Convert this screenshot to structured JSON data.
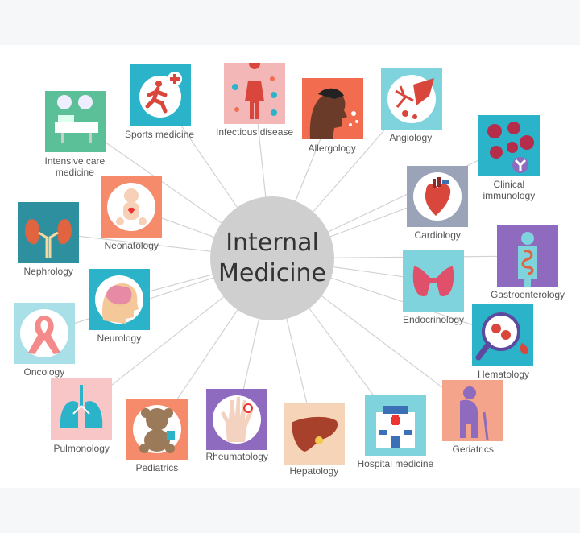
{
  "center": {
    "line1": "Internal",
    "line2": "Medicine"
  },
  "specialties": [
    {
      "id": "sports",
      "label": "Sports medicine",
      "icon": "runner-icon",
      "color": "#2ab3c9"
    },
    {
      "id": "infectious",
      "label": "Infectious disease",
      "icon": "virus-body-icon",
      "color": "#f4b7b8"
    },
    {
      "id": "allergology",
      "label": "Allergology",
      "icon": "sneezing-face-icon",
      "color": "#f26c4f"
    },
    {
      "id": "angiology",
      "label": "Angiology",
      "icon": "blood-vessel-icon",
      "color": "#7fd3dd"
    },
    {
      "id": "intensive",
      "label": "Intensive care medicine",
      "icon": "hospital-bed-icon",
      "color": "#5bbf97"
    },
    {
      "id": "immunology",
      "label": "Clinical immunology",
      "icon": "antibody-icon",
      "color": "#2ab3c9"
    },
    {
      "id": "neonatology",
      "label": "Neonatology",
      "icon": "baby-icon",
      "color": "#f58b6b"
    },
    {
      "id": "cardiology",
      "label": "Cardiology",
      "icon": "heart-icon",
      "color": "#9aa3b8"
    },
    {
      "id": "nephrology",
      "label": "Nephrology",
      "icon": "kidneys-icon",
      "color": "#2e8f9e"
    },
    {
      "id": "gastro",
      "label": "Gastroenterology",
      "icon": "digestive-system-icon",
      "color": "#8e6bbf"
    },
    {
      "id": "neurology",
      "label": "Neurology",
      "icon": "brain-head-icon",
      "color": "#2ab3c9"
    },
    {
      "id": "endocrinology",
      "label": "Endocrinology",
      "icon": "thyroid-icon",
      "color": "#7fd3dd"
    },
    {
      "id": "oncology",
      "label": "Oncology",
      "icon": "awareness-ribbon-icon",
      "color": "#a9dfe6"
    },
    {
      "id": "hematology",
      "label": "Hematology",
      "icon": "magnifier-blood-icon",
      "color": "#2ab3c9"
    },
    {
      "id": "pulmonology",
      "label": "Pulmonology",
      "icon": "lungs-icon",
      "color": "#f9c6c7"
    },
    {
      "id": "geriatrics",
      "label": "Geriatrics",
      "icon": "elderly-person-icon",
      "color": "#f4a48a"
    },
    {
      "id": "pediatrics",
      "label": "Pediatrics",
      "icon": "teddy-bear-icon",
      "color": "#f58b6b"
    },
    {
      "id": "rheumatology",
      "label": "Rheumatology",
      "icon": "hand-joints-icon",
      "color": "#8e6bbf"
    },
    {
      "id": "hepatology",
      "label": "Hepatology",
      "icon": "liver-icon",
      "color": "#f6d4b8"
    },
    {
      "id": "hospital",
      "label": "Hospital medicine",
      "icon": "hospital-building-icon",
      "color": "#7fd3dd"
    }
  ]
}
